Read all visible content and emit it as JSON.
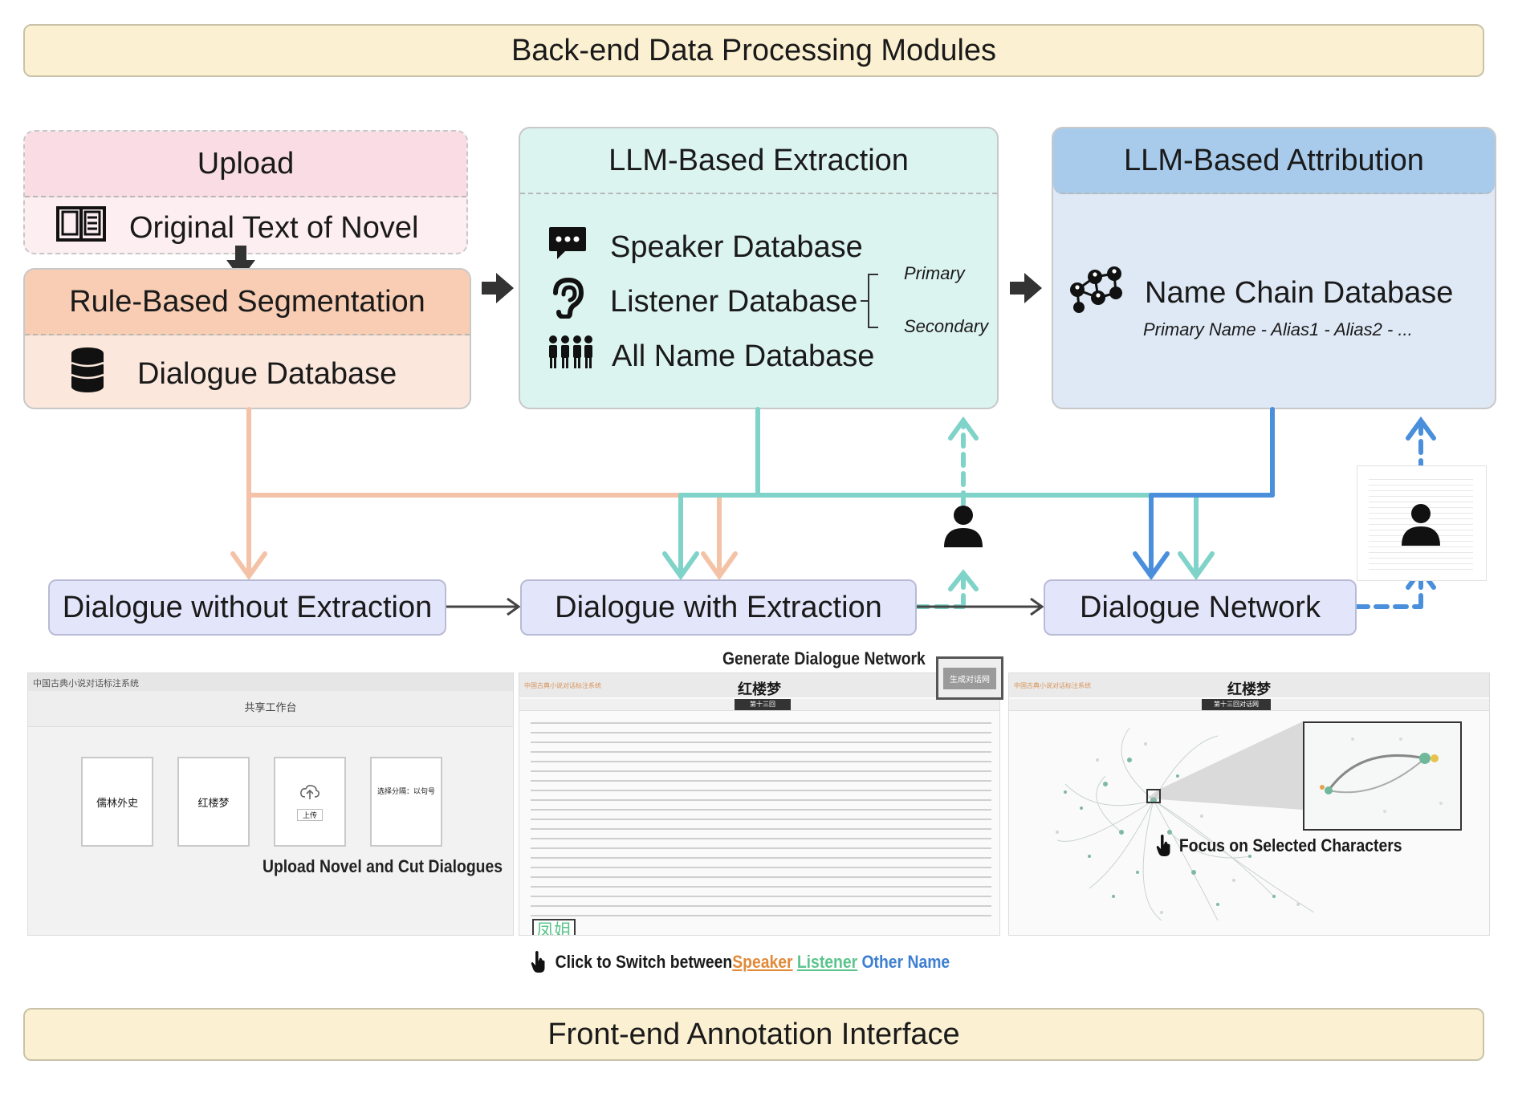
{
  "banners": {
    "top": "Back-end Data Processing Modules",
    "bottom": "Front-end Annotation Interface"
  },
  "upload": {
    "title": "Upload",
    "item": "Original Text of Novel",
    "item_icon": "open-book-icon"
  },
  "segmentation": {
    "title": "Rule-Based Segmentation",
    "item": "Dialogue Database",
    "item_icon": "database-icon"
  },
  "extraction": {
    "title": "LLM-Based Extraction",
    "items": [
      {
        "label": "Speaker Database",
        "icon": "speech-bubble-icon"
      },
      {
        "label": "Listener Database",
        "icon": "ear-icon"
      },
      {
        "label": "All Name Database",
        "icon": "people-group-icon"
      }
    ],
    "bracket": {
      "primary": "Primary",
      "secondary": "Secondary"
    }
  },
  "attribution": {
    "title": "LLM-Based Attribution",
    "item": "Name Chain Database",
    "item_icon": "network-people-icon",
    "chain": "Primary Name - Alias1 - Alias2 - ..."
  },
  "flow_nodes": {
    "without": "Dialogue without Extraction",
    "with": "Dialogue with Extraction",
    "network": "Dialogue Network"
  },
  "screens": {
    "upload_screen": {
      "header": "中国古典小说对话标注系统",
      "subheader": "共享工作台",
      "docs": [
        "儒林外史",
        "红楼梦",
        "上传",
        "选择分隔：以句号"
      ],
      "caption": "Upload Novel and Cut Dialogues"
    },
    "annotate_screen": {
      "header": "中国古典小说对话标注系统",
      "title": "红楼梦",
      "tab": "第十三回",
      "button": "生成对话网",
      "button_caption": "Generate Dialogue Network",
      "highlight": "凤姐",
      "caption_prefix": "Click to Switch between ",
      "speaker": "Speaker",
      "listener": "Listener",
      "other": "Other Name"
    },
    "network_screen": {
      "header": "中国古典小说对话标注系统",
      "title": "红楼梦",
      "tab": "第十三回对话网",
      "caption": "Focus on Selected Characters"
    }
  },
  "colors": {
    "banner": "#fbf0d1",
    "upload_header": "#fadde4",
    "upload_body": "#fdeef2",
    "segmentation_header": "#f8cdb4",
    "segmentation_body": "#fbe7dc",
    "extraction": "#dcf4ef",
    "attribution_header": "#a8cbec",
    "attribution_body": "#dfe9f6",
    "node": "#e3e6fb",
    "orange_line": "#f4c3a7",
    "teal_line": "#7fd3c9",
    "blue_line": "#4a8fdb",
    "speaker": "#e08a3a",
    "listener": "#5cc48d",
    "other": "#3e7fd1"
  }
}
